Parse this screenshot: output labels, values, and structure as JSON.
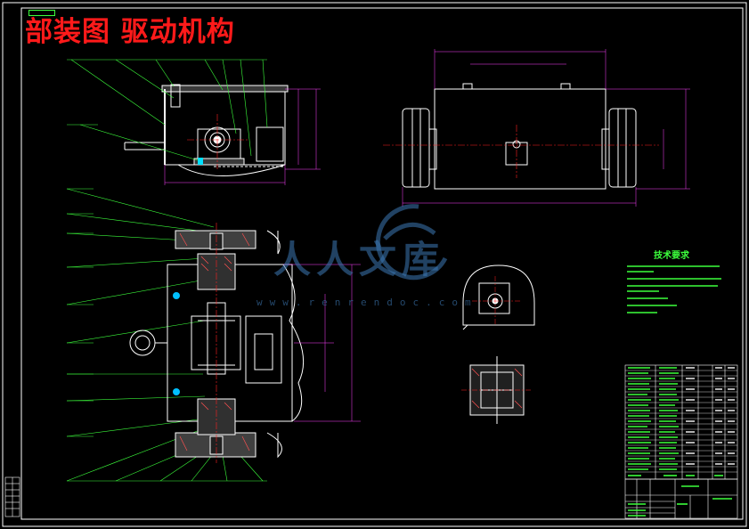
{
  "drawing": {
    "title": "部装图 驱动机构"
  },
  "watermark": {
    "brand": "人人文库",
    "url": "www.renrendoc.com"
  },
  "technical_requirements": {
    "title": "技术要求",
    "lines": [
      "",
      "",
      "",
      "",
      "",
      "",
      ""
    ]
  },
  "colors": {
    "background": "#000000",
    "geometry": "#ffffff",
    "leaders": "#3cff3c",
    "centerlines": "#ff2020",
    "dimensions": "#ff40ff",
    "title": "#ff1a1a",
    "watermark": "#3c78b4"
  }
}
